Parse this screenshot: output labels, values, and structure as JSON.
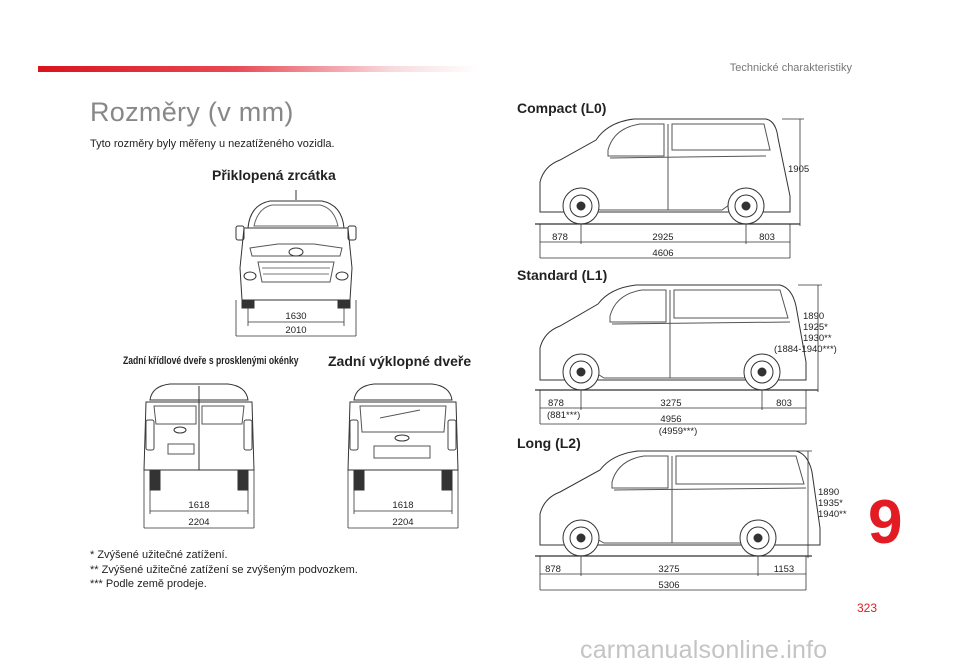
{
  "header": {
    "section_title": "Technické charakteristiky"
  },
  "page": {
    "title": "Rozměry (v mm)",
    "intro": "Tyto rozměry byly měřeny u nezatíženého vozidla.",
    "chapter_number": "9",
    "page_number": "323",
    "watermark": "carmanualsonline.info"
  },
  "front_view": {
    "heading": "Přiklopená zrcátka",
    "dim_track": "1630",
    "dim_width": "2010"
  },
  "rear_wing_doors": {
    "heading": "Zadní křídlové dveře s prosklenými okénky",
    "dim_track": "1618",
    "dim_width": "2204"
  },
  "rear_tailgate": {
    "heading": "Zadní výklopné dveře",
    "dim_track": "1618",
    "dim_width": "2204"
  },
  "compact": {
    "heading": "Compact (L0)",
    "front_overhang": "878",
    "wheelbase": "2925",
    "rear_overhang": "803",
    "length": "4606",
    "height_lines": [
      "1905"
    ]
  },
  "standard": {
    "heading": "Standard (L1)",
    "front_overhang": "878",
    "front_overhang_alt": "(881***)",
    "wheelbase": "3275",
    "rear_overhang": "803",
    "length": "4956",
    "length_alt": "(4959***)",
    "height_lines": [
      "1890",
      "1925*",
      "1930**",
      "(1884-1940***)"
    ]
  },
  "long": {
    "heading": "Long (L2)",
    "front_overhang": "878",
    "wheelbase": "3275",
    "rear_overhang": "1153",
    "length": "5306",
    "height_lines": [
      "1890",
      "1935*",
      "1940**"
    ]
  },
  "notes": [
    "* Zvýšené užitečné zatížení.",
    "** Zvýšené užitečné zatížení se zvýšeným podvozkem.",
    "*** Podle země prodeje."
  ],
  "colors": {
    "accent": "#e31b23",
    "title_grey": "#888888"
  }
}
